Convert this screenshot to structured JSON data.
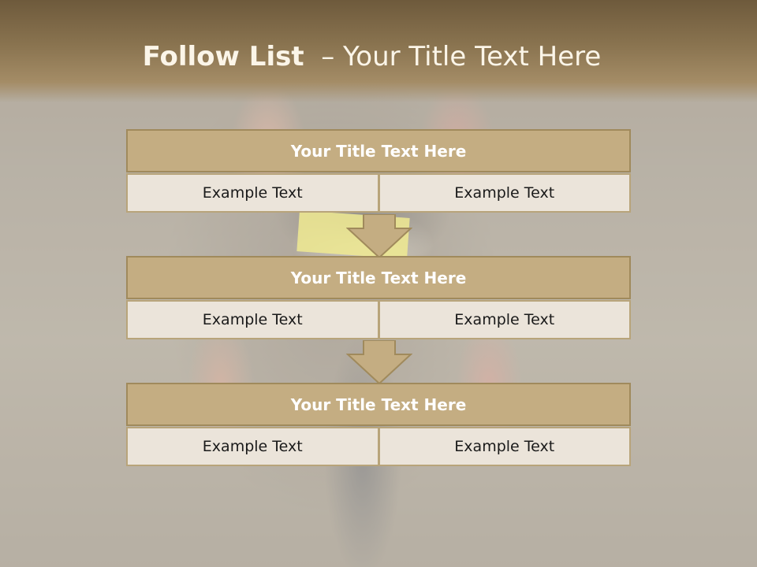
{
  "slide": {
    "title_bold": "Follow List",
    "title_rest": "  – Your Title Text Here"
  },
  "blocks": [
    {
      "title": "Your Title Text Here",
      "left": "Example Text",
      "right": "Example Text"
    },
    {
      "title": "Your Title Text Here",
      "left": "Example Text",
      "right": "Example Text"
    },
    {
      "title": "Your Title Text Here",
      "left": "Example Text",
      "right": "Example Text"
    }
  ],
  "colors": {
    "header_fill": "#c4ad82",
    "cell_fill": "#ebe4da",
    "border": "#a08a5c",
    "arrow": "#c4ad82"
  }
}
